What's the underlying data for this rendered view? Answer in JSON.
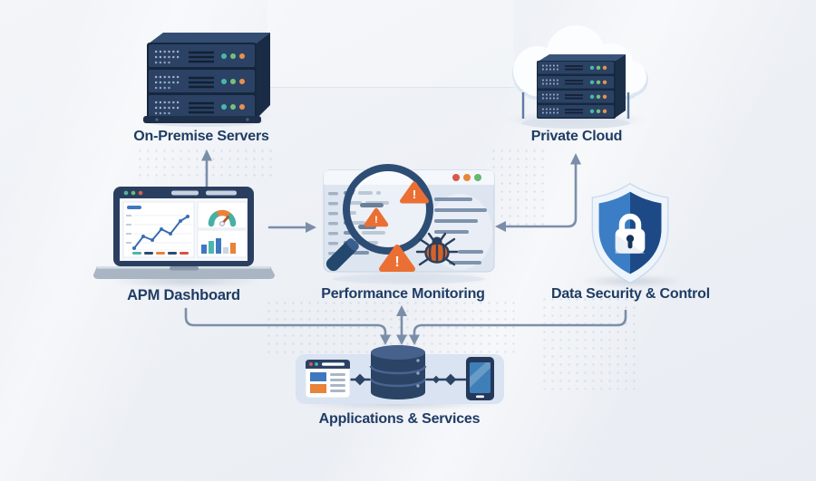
{
  "diagram": {
    "nodes": {
      "on_premise_servers": {
        "label": "On-Premise Servers",
        "icon": "server-stack-icon"
      },
      "private_cloud": {
        "label": "Private Cloud",
        "icon": "cloud-servers-icon"
      },
      "apm_dashboard": {
        "label": "APM Dashboard",
        "icon": "laptop-dashboard-icon"
      },
      "performance_monitoring": {
        "label": "Performance Monitoring",
        "icon": "magnifier-alerts-icon"
      },
      "data_security": {
        "label": "Data Security & Control",
        "icon": "shield-lock-icon"
      },
      "applications_services": {
        "label": "Applications & Services",
        "icon": "apps-stack-icon"
      }
    },
    "connections": [
      {
        "from": "apm_dashboard",
        "to": "on_premise_servers",
        "direction": "up"
      },
      {
        "from": "apm_dashboard",
        "to": "performance_monitoring",
        "direction": "right"
      },
      {
        "from": "data_security",
        "to": "performance_monitoring",
        "direction": "left"
      },
      {
        "from": "data_security",
        "to": "private_cloud",
        "direction": "up"
      },
      {
        "from": "apm_dashboard",
        "to": "applications_services",
        "direction": "down"
      },
      {
        "from": "performance_monitoring",
        "to": "applications_services",
        "direction": "bidirectional"
      },
      {
        "from": "data_security",
        "to": "applications_services",
        "direction": "down"
      }
    ],
    "colors": {
      "label_text": "#1f3c64",
      "connector": "#7b8ea9",
      "navy": "#2b4264",
      "teal": "#4db6ac",
      "green": "#6dbd74",
      "orange": "#e8833a",
      "alert_red": "#d95848",
      "blue_accent": "#3a6db5",
      "shield_blue_light": "#3b7ec6",
      "shield_blue_dark": "#1d4a86",
      "background": "#eef1f6"
    }
  }
}
